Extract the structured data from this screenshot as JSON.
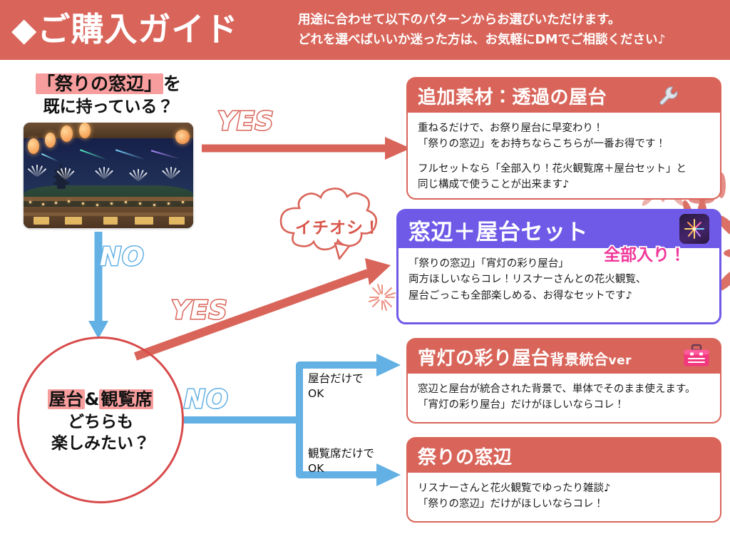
{
  "header": {
    "title": "◆ご購入ガイド",
    "sub_line1": "用途に合わせて以下のパターンからお選びいただけます。",
    "sub_line2": "どれを選べばいいか迷った方は、お気軽にDMでご相談ください♪",
    "bg_color": "#d9655a"
  },
  "flow": {
    "question1": {
      "highlight": "「祭りの窓辺」",
      "suffix": "を",
      "line2": "既に持っている？",
      "highlight_color": "#f79d9d"
    },
    "thumbnail_alt": "祭りの窓辺 プレビュー画像",
    "question2": {
      "hl_a": "屋台",
      "amp": "&",
      "hl_b": "観覧席",
      "line2": "どちらも",
      "line3": "楽しみたい？"
    },
    "label_yes_top": "YES",
    "label_no_top": "NO",
    "label_yes_mid": "YES",
    "label_no_bottom": "NO",
    "recommend_bubble": "イチオシ！",
    "branch_yatai": "屋台だけで\nOK",
    "branch_kanran": "観覧席だけで\nOK",
    "arrow_red": "#d9655a",
    "arrow_blue": "#62b0e4",
    "circle_border": "#d84a4a"
  },
  "cards": [
    {
      "title": "追加素材：透過の屋台",
      "icon": "wrench-icon",
      "theme": "red",
      "lines": [
        "重ねるだけで、お祭り屋台に早変わり！",
        "「祭りの窓辺」をお持ちならこちらが一番お得です！"
      ],
      "lines2": [
        "フルセットなら「全部入り！花火観覧席＋屋台セット」と",
        "同じ構成で使うことが出来ます♪"
      ]
    },
    {
      "title": "窓辺＋屋台セット",
      "icon": "fireworks-icon",
      "theme": "purple",
      "badge": "全部入り！",
      "badge_color": "#f0379a",
      "lines": [
        "「祭りの窓辺」「宵灯の彩り屋台」",
        "両方ほしいならコレ！リスナーさんとの花火観覧、",
        "屋台ごっこも全部楽しめる、お得なセットです♪"
      ],
      "lines2": []
    },
    {
      "title": "宵灯の彩り屋台 背景統合ver",
      "title_main": "宵灯の彩り屋台",
      "title_sub": "背景統合",
      "title_tiny": "ver",
      "icon": "toolbox-icon",
      "theme": "red",
      "lines": [
        "窓辺と屋台が統合された背景で、単体でそのまま使えます。",
        "「宵灯の彩り屋台」だけがほしいならコレ！"
      ],
      "lines2": []
    },
    {
      "title": "祭りの窓辺",
      "icon": "",
      "theme": "red",
      "lines": [
        "リスナーさんと花火観覧でゆったり雑談♪",
        "「祭りの窓辺」だけがほしいならコレ！"
      ],
      "lines2": []
    }
  ],
  "colors": {
    "red": "#d9655a",
    "purple": "#6f5ae8",
    "blue": "#62b0e4",
    "pink_highlight": "#f79d9d",
    "magenta": "#f0379a",
    "circle_red": "#d84a4a"
  }
}
